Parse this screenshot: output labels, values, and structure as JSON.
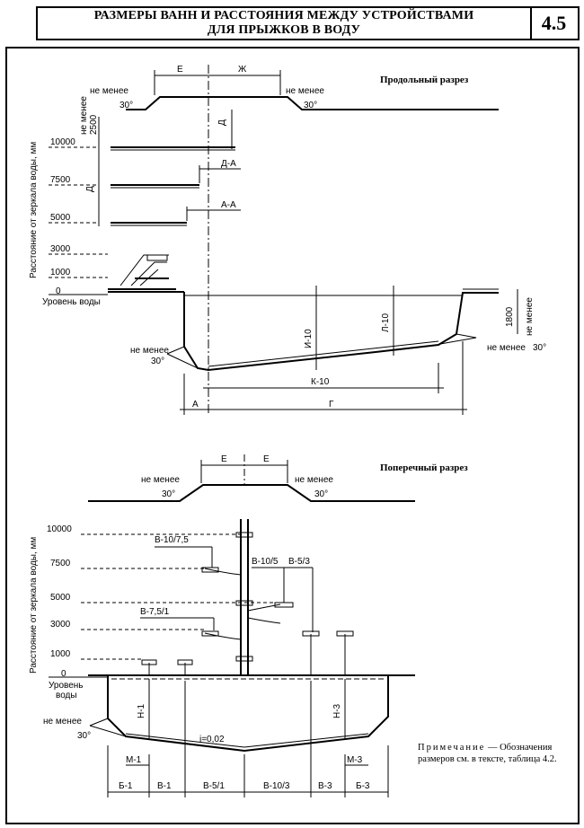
{
  "header": {
    "title_line1": "РАЗМЕРЫ ВАНН И РАССТОЯНИЯ МЕЖДУ УСТРОЙСТВАМИ",
    "title_line2": "ДЛЯ ПРЫЖКОВ В ВОДУ",
    "section_number": "4.5"
  },
  "longitudinal": {
    "title": "Продольный разрез",
    "y_axis_label": "Расстояние от зеркала воды, мм",
    "levels": [
      "10000",
      "7500",
      "5000",
      "3000",
      "1000",
      "0"
    ],
    "water_level": "Уровень воды",
    "min_label": "не менее",
    "angle": "30°",
    "min_clearance": "не менее 2500",
    "dims": {
      "E": "Е",
      "ZH": "Ж",
      "D": "Д",
      "DA": "Д-А",
      "AA": "А-А",
      "I10": "И-10",
      "L10": "Л-10",
      "K10": "К-10",
      "A": "А",
      "G": "Г",
      "H1800": "1800"
    }
  },
  "transverse": {
    "title": "Поперечный разрез",
    "y_axis_label": "Расстояние от зеркала воды, мм",
    "levels": [
      "10000",
      "7500",
      "5000",
      "3000",
      "1000",
      "0"
    ],
    "water_level_1": "Уровень",
    "water_level_2": "воды",
    "min_label": "не менее",
    "angle": "30°",
    "E": "Е",
    "platforms": {
      "b10_75": "В-10/7,5",
      "b10_5": "В-10/5",
      "b5_3": "В-5/3",
      "b75_1": "В-7,5/1"
    },
    "depths": {
      "n1": "Н-1",
      "n3": "Н-3",
      "m1": "М-1",
      "m3": "М-3"
    },
    "slope": "i=0,02",
    "zones": [
      "Б-1",
      "В-1",
      "В-5/1",
      "В-10/3",
      "В-3",
      "Б-3"
    ]
  },
  "note": {
    "title": "Примечание",
    "text": "— Обозначения размеров см. в тексте, таблица 4.2."
  }
}
